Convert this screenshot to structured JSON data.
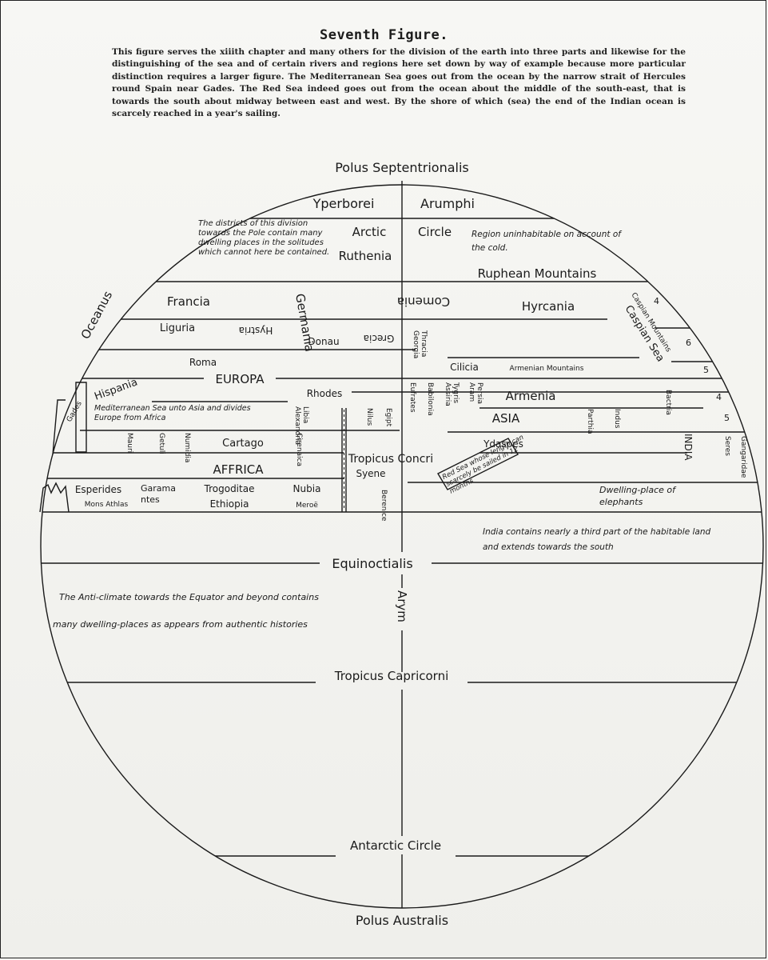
{
  "figure": {
    "title": "Seventh Figure.",
    "caption": "This figure serves the xiiith chapter and many others for the division of the earth into three parts and likewise for the distinguishing of the sea and of certain rivers and regions here set down by way of example because more particular distinction requires a larger figure. The Mediterranean Sea goes out from the ocean by the narrow strait of Hercules round Spain near Gades. The Red Sea indeed goes out from the ocean about the middle of the south-east, that is towards the south about midway between east and west. By the shore of which (sea) the end of the Indian ocean is scarcely reached in a year's sailing."
  },
  "map": {
    "poles": {
      "north": "Polus Septentrionalis",
      "south": "Polus Australis"
    },
    "circles": {
      "equator": "Equinoctialis",
      "capricorn": "Tropicus Capricorni",
      "antarctic": "Antarctic Circle",
      "cancer": "Tropicus Concri"
    },
    "arym": "Arym",
    "oceanus": "Oceanus",
    "north": {
      "yperborei": "Yperborei",
      "arumphi": "Arumphi",
      "arctic": "Arctic",
      "circle": "Circle",
      "ruthenia": "Ruthenia",
      "districts_note": "The districts of this division towards the Pole contain many dwelling places in the solitudes which cannot here be contained.",
      "uninhabitable": "Region uninhabitable on account of the cold.",
      "ruphean": "Ruphean Mountains"
    },
    "europe": {
      "francia": "Francia",
      "germania": "Germania",
      "comenia": "Comenia",
      "hyrcania": "Hyrcania",
      "caspian_mountains": "Caspian Mountains",
      "caspian_sea": "Caspian Sea",
      "liguria": "Liguria",
      "hystria": "Hystria",
      "donau": "Donau",
      "grecia": "Grecia",
      "georgia": "Georgia",
      "thracia": "Thracia",
      "roma": "Roma",
      "cilicia": "Cilicia",
      "armenian_mountains": "Armenian Mountains",
      "hispania": "Hispania",
      "europa": "EUROPA",
      "rhodes": "Rhodes",
      "gades": "Gades",
      "mediterranean": "Mediterranean Sea unto Asia and divides Europe from Africa"
    },
    "asia": {
      "armenia": "Armenia",
      "asia": "ASIA",
      "ydaspes": "Ydaspes",
      "india": "INDIA",
      "eufrates": "Eufrates",
      "babilonia": "Babilonia",
      "assiria": "Assiria",
      "tygris": "Tygris",
      "aram": "Aram",
      "persia": "Persia",
      "parthia": "Parthia",
      "indus": "Indus",
      "bactria": "Bactria",
      "seres": "Seres",
      "gangaridae": "Gangaridae",
      "dwelling": "Dwelling-place of elephants",
      "india_note": "India contains nearly a third part of the habitable land and extends towards the south",
      "red_sea_note": "Red Sea whose length can scarcely be sailed in 12 months"
    },
    "africa": {
      "alexandria": "Alexandria",
      "libia": "Libia",
      "nilus": "Nilus",
      "egipt": "Egipt",
      "mauri": "Mauri",
      "getuli": "Getuli",
      "numidia": "Numidia",
      "cartago": "Cartago",
      "affrica": "AFFRICA",
      "cirenaica": "Cirenaica",
      "syene": "Syene",
      "esperides": "Esperides",
      "mons_athlas": "Mons Athlas",
      "garamantes": "Garamantes",
      "trogoditae": "Trogoditae",
      "ethiopia": "Ethiopia",
      "nubia": "Nubia",
      "meroe": "Meroë",
      "berenice": "Berenice"
    },
    "south_note_1": "The Anti-climate towards the Equator and beyond contains",
    "south_note_2": "many dwelling-places as appears from authentic histories",
    "climate_numbers": [
      "4",
      "6",
      "5",
      "4",
      "5"
    ]
  }
}
